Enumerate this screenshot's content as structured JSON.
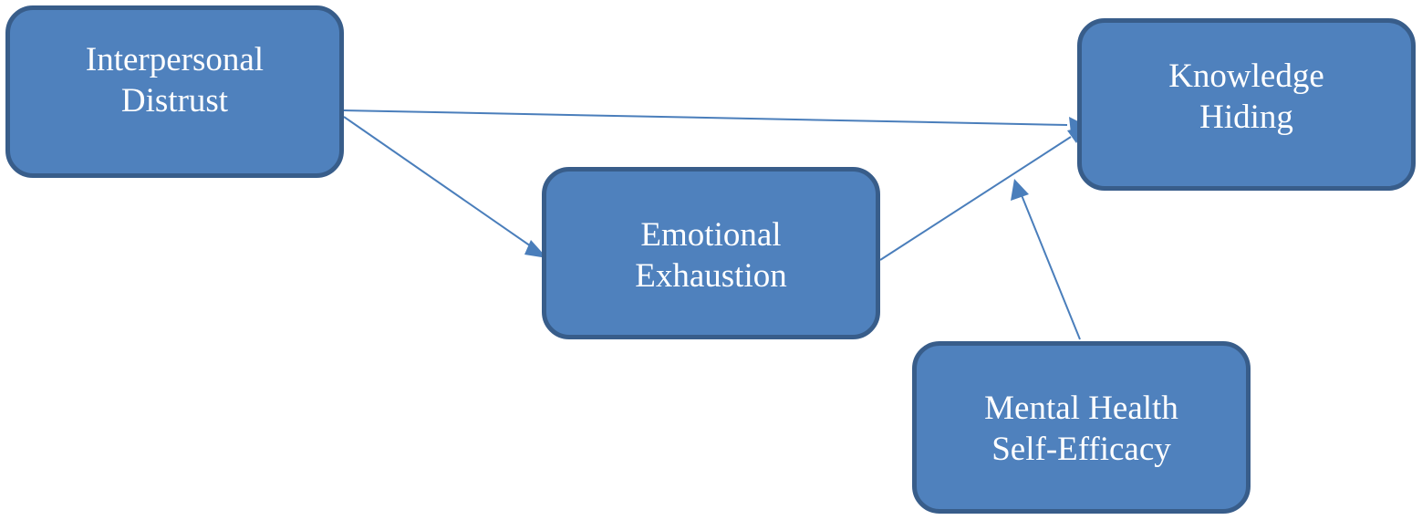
{
  "diagram": {
    "nodes": {
      "interpersonal_distrust": {
        "line1": "Interpersonal",
        "line2": "Distrust"
      },
      "emotional_exhaustion": {
        "line1": "Emotional",
        "line2": "Exhaustion"
      },
      "knowledge_hiding": {
        "line1": "Knowledge",
        "line2": "Hiding"
      },
      "mental_health_self_efficacy": {
        "line1": "Mental Health",
        "line2": "Self-Efficacy"
      }
    },
    "edges": [
      {
        "from": "interpersonal_distrust",
        "to": "knowledge_hiding"
      },
      {
        "from": "interpersonal_distrust",
        "to": "emotional_exhaustion"
      },
      {
        "from": "emotional_exhaustion",
        "to": "knowledge_hiding"
      },
      {
        "from": "mental_health_self_efficacy",
        "to": "path emotional_exhaustion -> knowledge_hiding"
      }
    ],
    "colors": {
      "node_fill": "#4f81bd",
      "node_border": "#385d8a",
      "node_text": "#ffffff",
      "arrow": "#4a7ebb"
    }
  }
}
